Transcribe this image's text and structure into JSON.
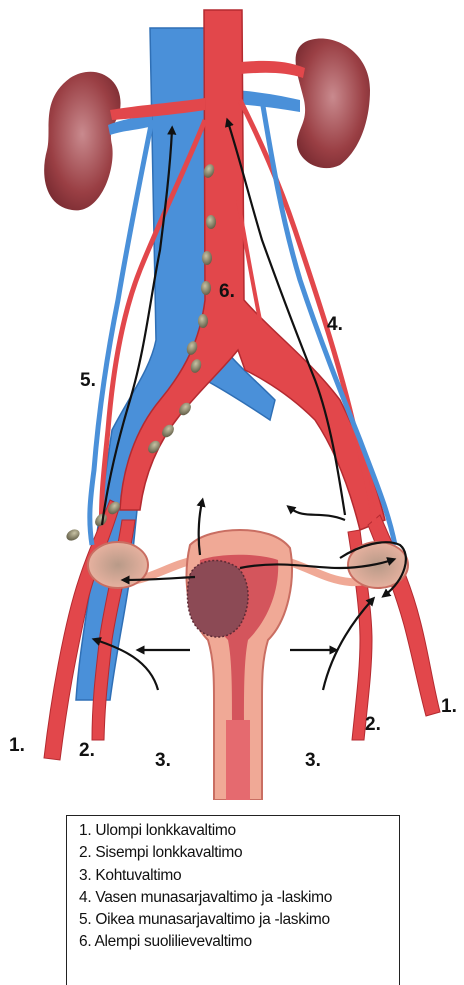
{
  "diagram": {
    "labels": {
      "n1_left": "1.",
      "n1_right": "1.",
      "n2_left": "2.",
      "n2_right": "2.",
      "n3_left": "3.",
      "n3_right": "3.",
      "n4": "4.",
      "n5": "5.",
      "n6": "6."
    },
    "colors": {
      "artery": "#e2474b",
      "artery_dark": "#b42a30",
      "vein": "#4a90d9",
      "vein_dark": "#2f6fb5",
      "kidney": "#9a3f44",
      "uterus": "#f0a996",
      "lymph_node": "#8a8468",
      "tumor": "#8c4a55",
      "arrow": "#111111"
    }
  },
  "legend": {
    "items": [
      "1. Ulompi lonkkavaltimo",
      "2. Sisempi lonkkavaltimo",
      "3. Kohtuvaltimo",
      "4. Vasen munasarjavaltimo ja -laskimo",
      "5. Oikea munasarjavaltimo ja -laskimo",
      "6. Alempi suolilievevaltimo"
    ]
  }
}
